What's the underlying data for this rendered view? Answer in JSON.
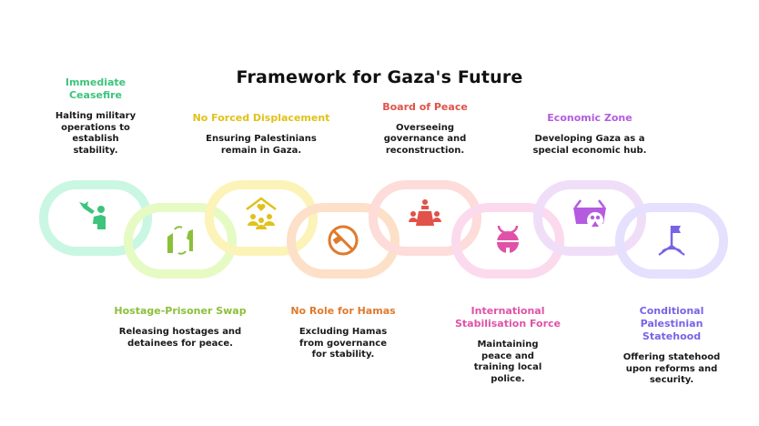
{
  "title": "Framework for Gaza's Future",
  "items": [
    {
      "title": "Immediate Ceasefire",
      "description": "Halting military operations to establish stability.",
      "icon": "dove-hand-icon",
      "color": "#3cc47c",
      "ring": "#c9f7e3"
    },
    {
      "title": "Hostage-Prisoner Swap",
      "description": "Releasing hostages and detainees for peace.",
      "icon": "exchange-faces-icon",
      "color": "#8cbf3a",
      "ring": "#e6fac4"
    },
    {
      "title": "No Forced Displacement",
      "description": "Ensuring Palestinians remain in Gaza.",
      "icon": "home-family-icon",
      "color": "#e0c21a",
      "ring": "#fbf3b8"
    },
    {
      "title": "No Role for Hamas",
      "description": "Excluding Hamas from governance for stability.",
      "icon": "no-gavel-icon",
      "color": "#e07a2c",
      "ring": "#fde0c8"
    },
    {
      "title": "Board of Peace",
      "description": "Overseeing governance and reconstruction.",
      "icon": "board-meeting-icon",
      "color": "#e0524a",
      "ring": "#fddcd9"
    },
    {
      "title": "International Stabilisation Force",
      "description": "Maintaining peace and training local police.",
      "icon": "bell-icon",
      "color": "#e052a8",
      "ring": "#fcdaee"
    },
    {
      "title": "Economic Zone",
      "description": "Developing Gaza as a special economic hub.",
      "icon": "basket-icon",
      "color": "#b45be0",
      "ring": "#f0def9"
    },
    {
      "title": "Conditional Palestinian Statehood",
      "description": "Offering statehood upon reforms and security.",
      "icon": "flag-icon",
      "color": "#7a62e6",
      "ring": "#e4e0fd"
    }
  ]
}
